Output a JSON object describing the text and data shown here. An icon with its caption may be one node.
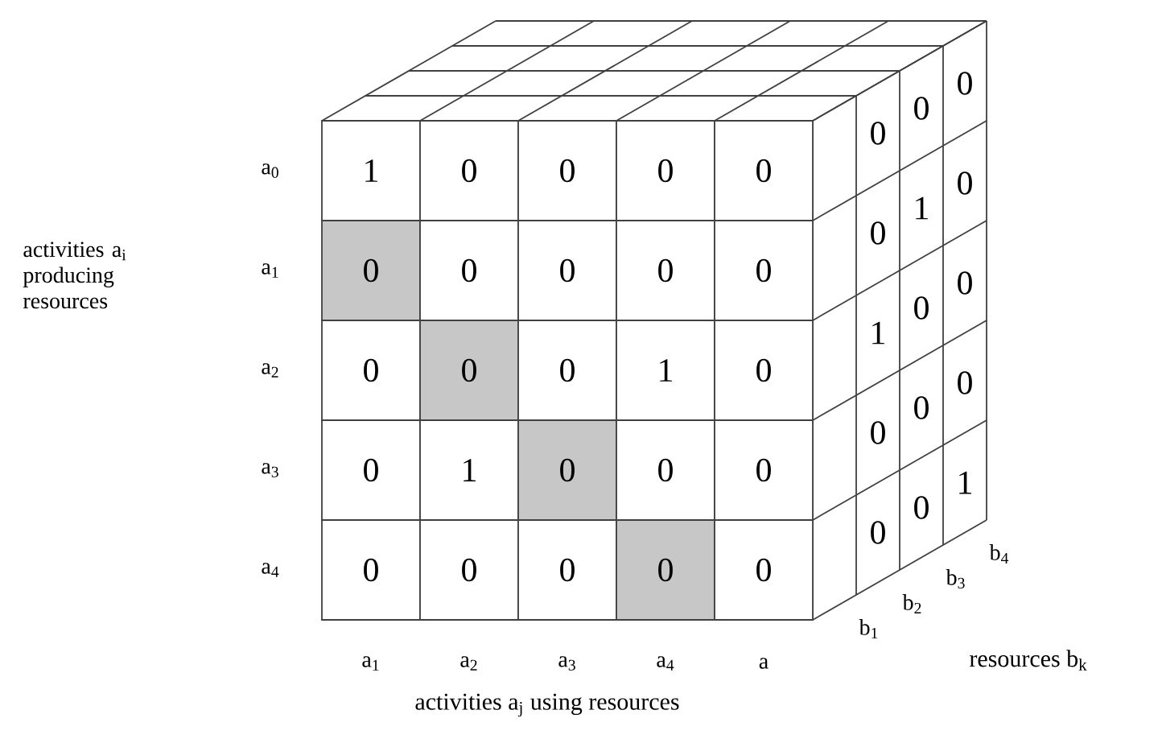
{
  "diagram": {
    "labels": [
      "activities a$_{i}$ producing resources",
      "a$_{0}$",
      "a$_{1}$",
      "a$_{2}$",
      "a$_{3}$",
      "a$_{4}$",
      "1",
      "0",
      "0",
      "0",
      "0",
      "0",
      "0",
      "0",
      "0",
      "0",
      "0",
      "0",
      "0",
      "1",
      "0",
      "0",
      "1",
      "0",
      "0",
      "0",
      "0",
      "0",
      "0",
      "0",
      "0",
      "0",
      "0",
      "0",
      "0",
      "1",
      "0",
      "1",
      "0",
      "0",
      "0",
      "0",
      "0",
      "0",
      "0",
      "1",
      "b$_{1}$",
      "b$_{2}$",
      "b$_{3}$",
      "b$_{4}$",
      "a$_{1}$",
      "a$_{2}$",
      "a$_{3}$",
      "a$_{4}$",
      "a",
      "activities a$_{j}$ using resources",
      "resources b$_{k}$"
    ]
  }
}
